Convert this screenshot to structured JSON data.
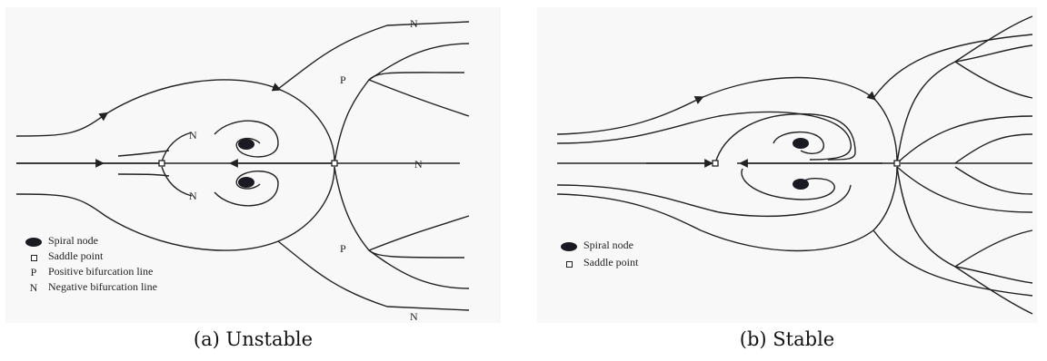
{
  "panel_a": {
    "caption": "(a) Unstable",
    "legend": [
      {
        "symbol": "spiral-node",
        "text": "Spiral node"
      },
      {
        "symbol": "saddle-point",
        "text": "Saddle point"
      },
      {
        "symbol": "P",
        "text": "Positive bifurcation line"
      },
      {
        "symbol": "N",
        "text": "Negative bifurcation line"
      }
    ],
    "diagram_labels": [
      "N",
      "P",
      "N",
      "N",
      "N",
      "P",
      "N"
    ]
  },
  "panel_b": {
    "caption": "(b) Stable",
    "legend": [
      {
        "symbol": "spiral-node",
        "text": "Spiral node"
      },
      {
        "symbol": "saddle-point",
        "text": "Saddle point"
      }
    ]
  }
}
